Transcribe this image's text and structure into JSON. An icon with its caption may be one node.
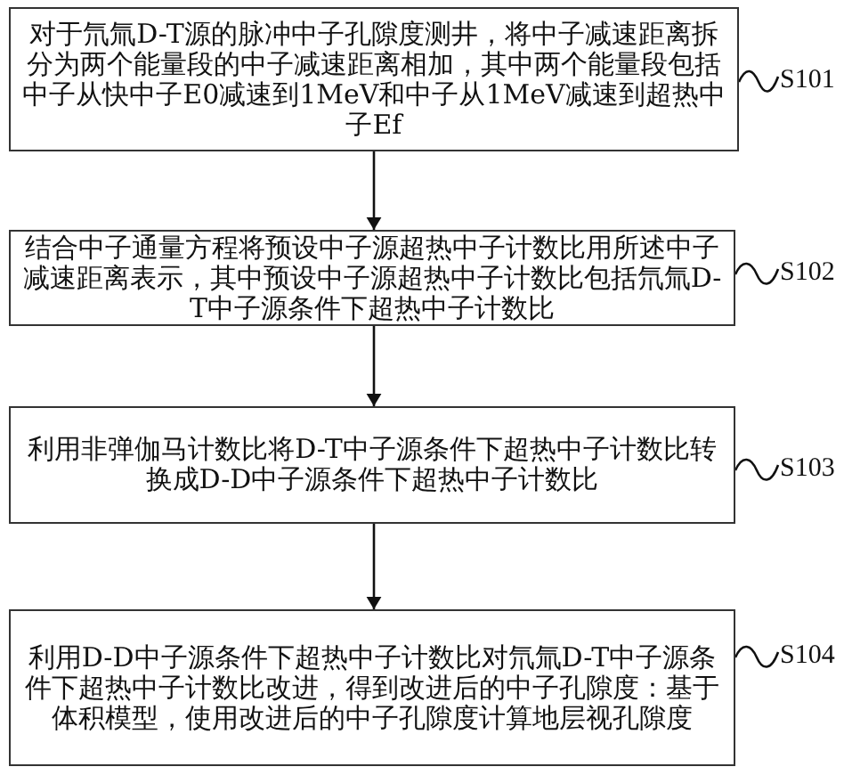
{
  "diagram": {
    "nodes": [
      {
        "text": [
          "对于氘氚D-T源的脉冲中子孔隙度测井，将中子减速距离拆分为两个能量段的中子减速距离相加，其中两个能量段包括中子从快中子E0减速到1MeV和中子从1MeV减速到超热中子Ef"
        ]
      },
      {
        "text": [
          "S101"
        ]
      },
      {
        "text": [
          "结合中子通量方程将预设中子源超热中子计数比用所述中子减速距离表示，其中预设中子源超热中子计数比包括氘氚D-T中子源条件下超热中子计数比"
        ]
      },
      {
        "text": [
          "S102"
        ]
      },
      {
        "text": [
          "利用非弹伽马计数比将D-T中子源条件下超热中子计数比转换成D-D中子源条件下超热中子计数比"
        ]
      },
      {
        "text": [
          "S103"
        ]
      },
      {
        "text": [
          "利用D-D中子源条件下超热中子计数比对氘氚D-T中子源条件下超热中子计数比改进，得到改进后的中子孔隙度：基于体积模型，使用改进后的中子孔隙度计算地层视孔隙度"
        ]
      },
      {
        "text": [
          "S104"
        ]
      }
    ],
    "edges": [
      {
        "from": 0,
        "to": 2,
        "arrow": "to"
      },
      {
        "from": 2,
        "to": 4,
        "arrow": "to"
      },
      {
        "from": 4,
        "to": 6,
        "arrow": "to"
      },
      {
        "from": 1,
        "to": 0,
        "arrow": "none"
      },
      {
        "from": 3,
        "to": 2,
        "arrow": "none"
      },
      {
        "from": 5,
        "to": 4,
        "arrow": "none"
      },
      {
        "from": 7,
        "to": 6,
        "arrow": "none"
      }
    ]
  }
}
